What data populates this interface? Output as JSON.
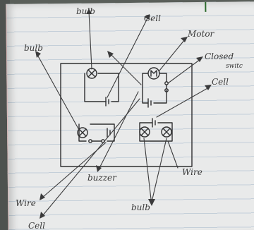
{
  "labels": {
    "bulb_top": "bulb",
    "cell_top": "Cell",
    "bulb_left": "bulb",
    "motor": "Motor",
    "closed_switch_line1": "Closed",
    "closed_switch_line2": "switc",
    "cell_right": "Cell",
    "buzzer": "buzzer",
    "wire_right": "Wire",
    "wire_left": "Wire",
    "bulb_bottom": "bulb",
    "cell_bottom": "Cell"
  },
  "colors": {
    "paper": "#e9eaea",
    "ruled_line": "#c4cfd9",
    "ink": "#2f2f30",
    "background": "#5a5f5a",
    "green_mark": "#2d6b2d"
  }
}
